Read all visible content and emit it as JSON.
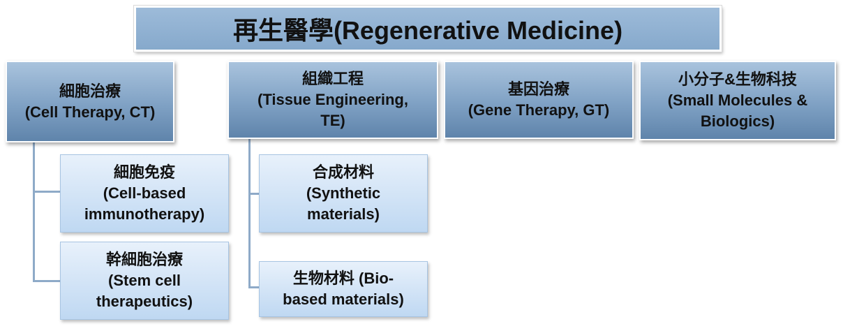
{
  "title": "再生醫學(Regenerative Medicine)",
  "categories": [
    {
      "zh": "細胞治療",
      "en": "(Cell Therapy, CT)"
    },
    {
      "zh": "組織工程",
      "en1": "(Tissue Engineering,",
      "en2": "TE)"
    },
    {
      "zh": "基因治療",
      "en": "(Gene Therapy, GT)"
    },
    {
      "zh": "小分子&生物科技",
      "en1": "(Small Molecules &",
      "en2": "Biologics)"
    }
  ],
  "cell_therapy_children": [
    {
      "zh": "細胞免疫",
      "en1": "(Cell-based",
      "en2": "immunotherapy)"
    },
    {
      "zh": "幹細胞治療",
      "en1": "(Stem cell",
      "en2": "therapeutics)"
    }
  ],
  "tissue_engineering_children": [
    {
      "zh": "合成材料",
      "en1": "(Synthetic",
      "en2": "materials)"
    },
    {
      "line1": "生物材料 (Bio-",
      "line2": "based materials)"
    }
  ]
}
